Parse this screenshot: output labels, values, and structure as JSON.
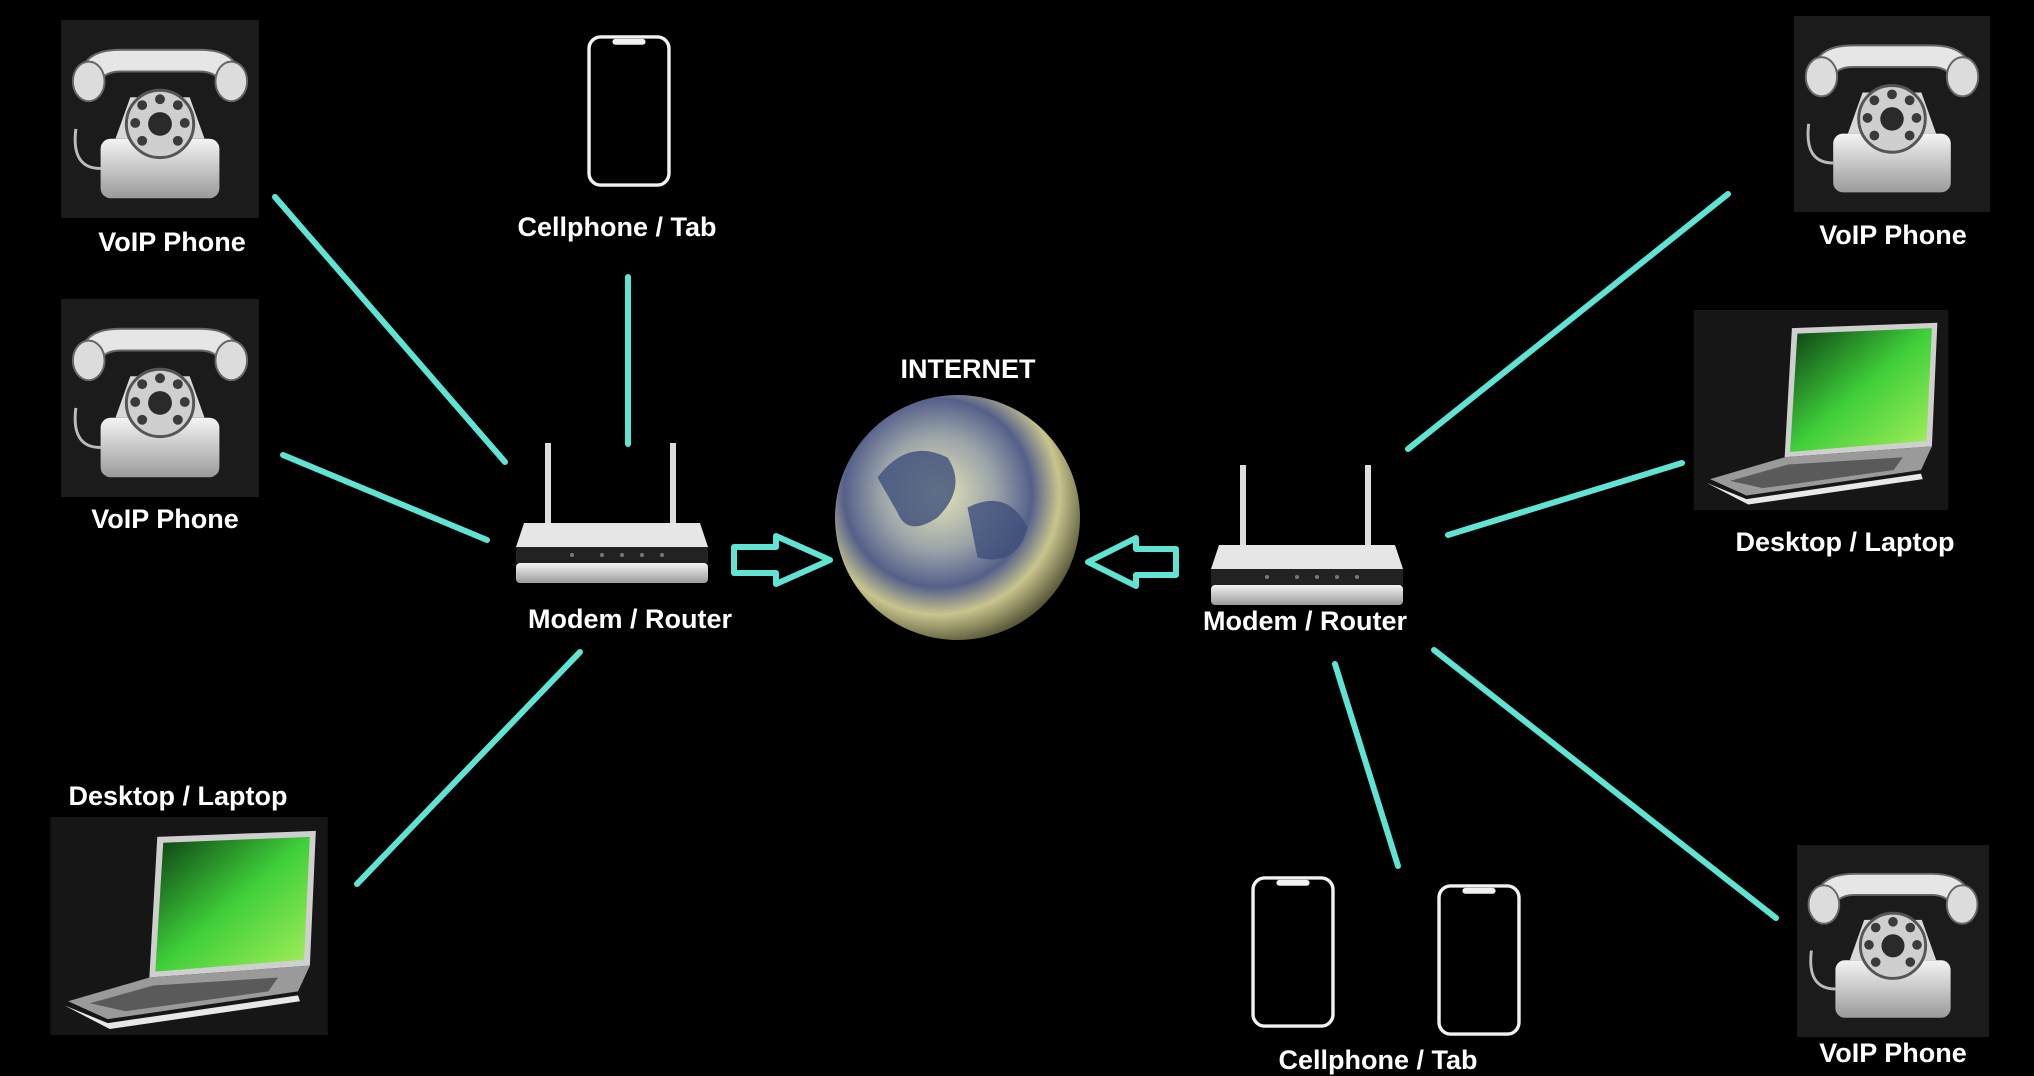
{
  "title": "INTERNET",
  "colors": {
    "background": "#000000",
    "link": "#5fe3d2",
    "label": "#ffffff"
  },
  "nodes": {
    "globe": {
      "label": "INTERNET",
      "icon": "globe-icon"
    },
    "router_left": {
      "label": "Modem / Router",
      "icon": "router-icon"
    },
    "router_right": {
      "label": "Modem / Router",
      "icon": "router-icon"
    },
    "voip_left_top": {
      "label": "VoIP Phone",
      "icon": "rotary-phone-icon"
    },
    "voip_left_mid": {
      "label": "VoIP Phone",
      "icon": "rotary-phone-icon"
    },
    "cell_left": {
      "label": "Cellphone / Tab",
      "icon": "smartphone-icon"
    },
    "laptop_left": {
      "label": "Desktop / Laptop",
      "icon": "laptop-icon"
    },
    "voip_right_top": {
      "label": "VoIP Phone",
      "icon": "rotary-phone-icon"
    },
    "laptop_right": {
      "label": "Desktop / Laptop",
      "icon": "laptop-icon"
    },
    "cell_right": {
      "label": "Cellphone / Tab",
      "icon": "smartphone-icon"
    },
    "voip_right_bottom": {
      "label": "VoIP Phone",
      "icon": "rotary-phone-icon"
    }
  },
  "edges": [
    {
      "from": "voip_left_top",
      "to": "router_left"
    },
    {
      "from": "voip_left_mid",
      "to": "router_left"
    },
    {
      "from": "cell_left",
      "to": "router_left"
    },
    {
      "from": "laptop_left",
      "to": "router_left"
    },
    {
      "from": "router_left",
      "to": "globe",
      "arrow": true
    },
    {
      "from": "router_right",
      "to": "globe",
      "arrow": true
    },
    {
      "from": "voip_right_top",
      "to": "router_right"
    },
    {
      "from": "laptop_right",
      "to": "router_right"
    },
    {
      "from": "cell_right",
      "to": "router_right"
    },
    {
      "from": "voip_right_bottom",
      "to": "router_right"
    }
  ]
}
